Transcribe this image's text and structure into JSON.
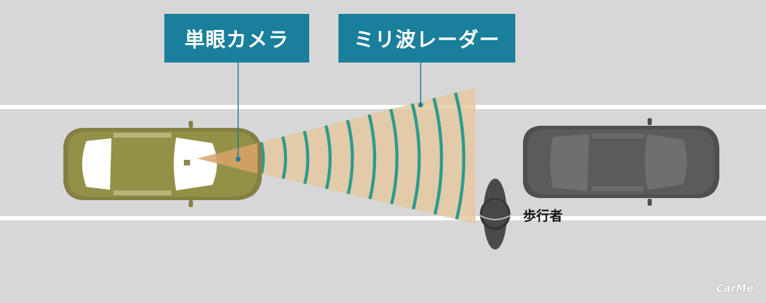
{
  "labels": {
    "camera": "単眼カメラ",
    "radar": "ミリ波レーダー",
    "pedestrian": "歩行者"
  },
  "watermark": "CarMe",
  "colors": {
    "road": "#d7d7d8",
    "lane_line": "#ffffff",
    "ego_car": "#8e884d",
    "detected_car": "#565657",
    "pedestrian": "#4a4a4b",
    "radar_cone": "#e5c79e",
    "radar_wave": "#2a9c8e",
    "label_bg": "#1a7f9b",
    "label_text": "#ffffff"
  }
}
